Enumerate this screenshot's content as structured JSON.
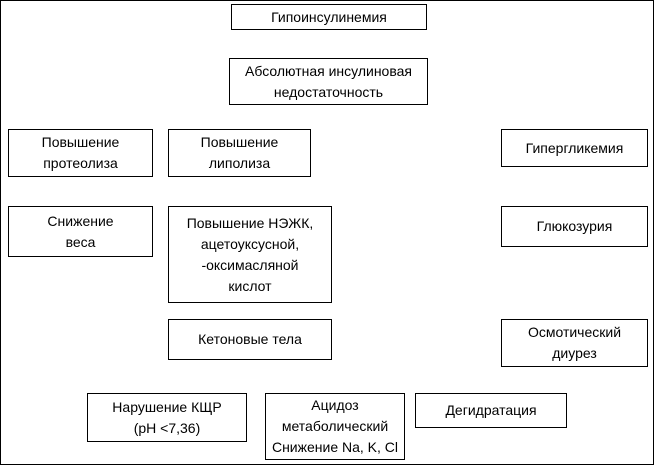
{
  "diagram": {
    "title": "Гипоинсулинемия",
    "language": "ru",
    "colors": {
      "box_border": "#000000",
      "box_background": "#ffffff",
      "text": "#000000",
      "frame": "#000000"
    },
    "boxes": {
      "hypoinsulinemia": "Гипоинсулинемия",
      "insulin_deficiency": "Абсолютная инсулиновая\nнедостаточность",
      "proteolysis": "Повышение\nпротеолиза",
      "lipolysis": "Повышение\nлиполиза",
      "hyperglycemia": "Гипергликемия",
      "weight_loss": "Снижение\nвеса",
      "nefa": "Повышение НЭЖК,\nацетоуксусной,\n-оксимасляной\nкислот",
      "glucosuria": "Глюкозурия",
      "ketone_bodies": "Кетоновые тела",
      "osmotic_diuresis": "Осмотический\nдиурез",
      "acid_base": "Нарушение КЩР\n(рН <7,36)",
      "metabolic_acidosis": "Ацидоз\nметаболический\nСнижение Na, K, Cl",
      "dehydration": "Дегидратация"
    }
  }
}
